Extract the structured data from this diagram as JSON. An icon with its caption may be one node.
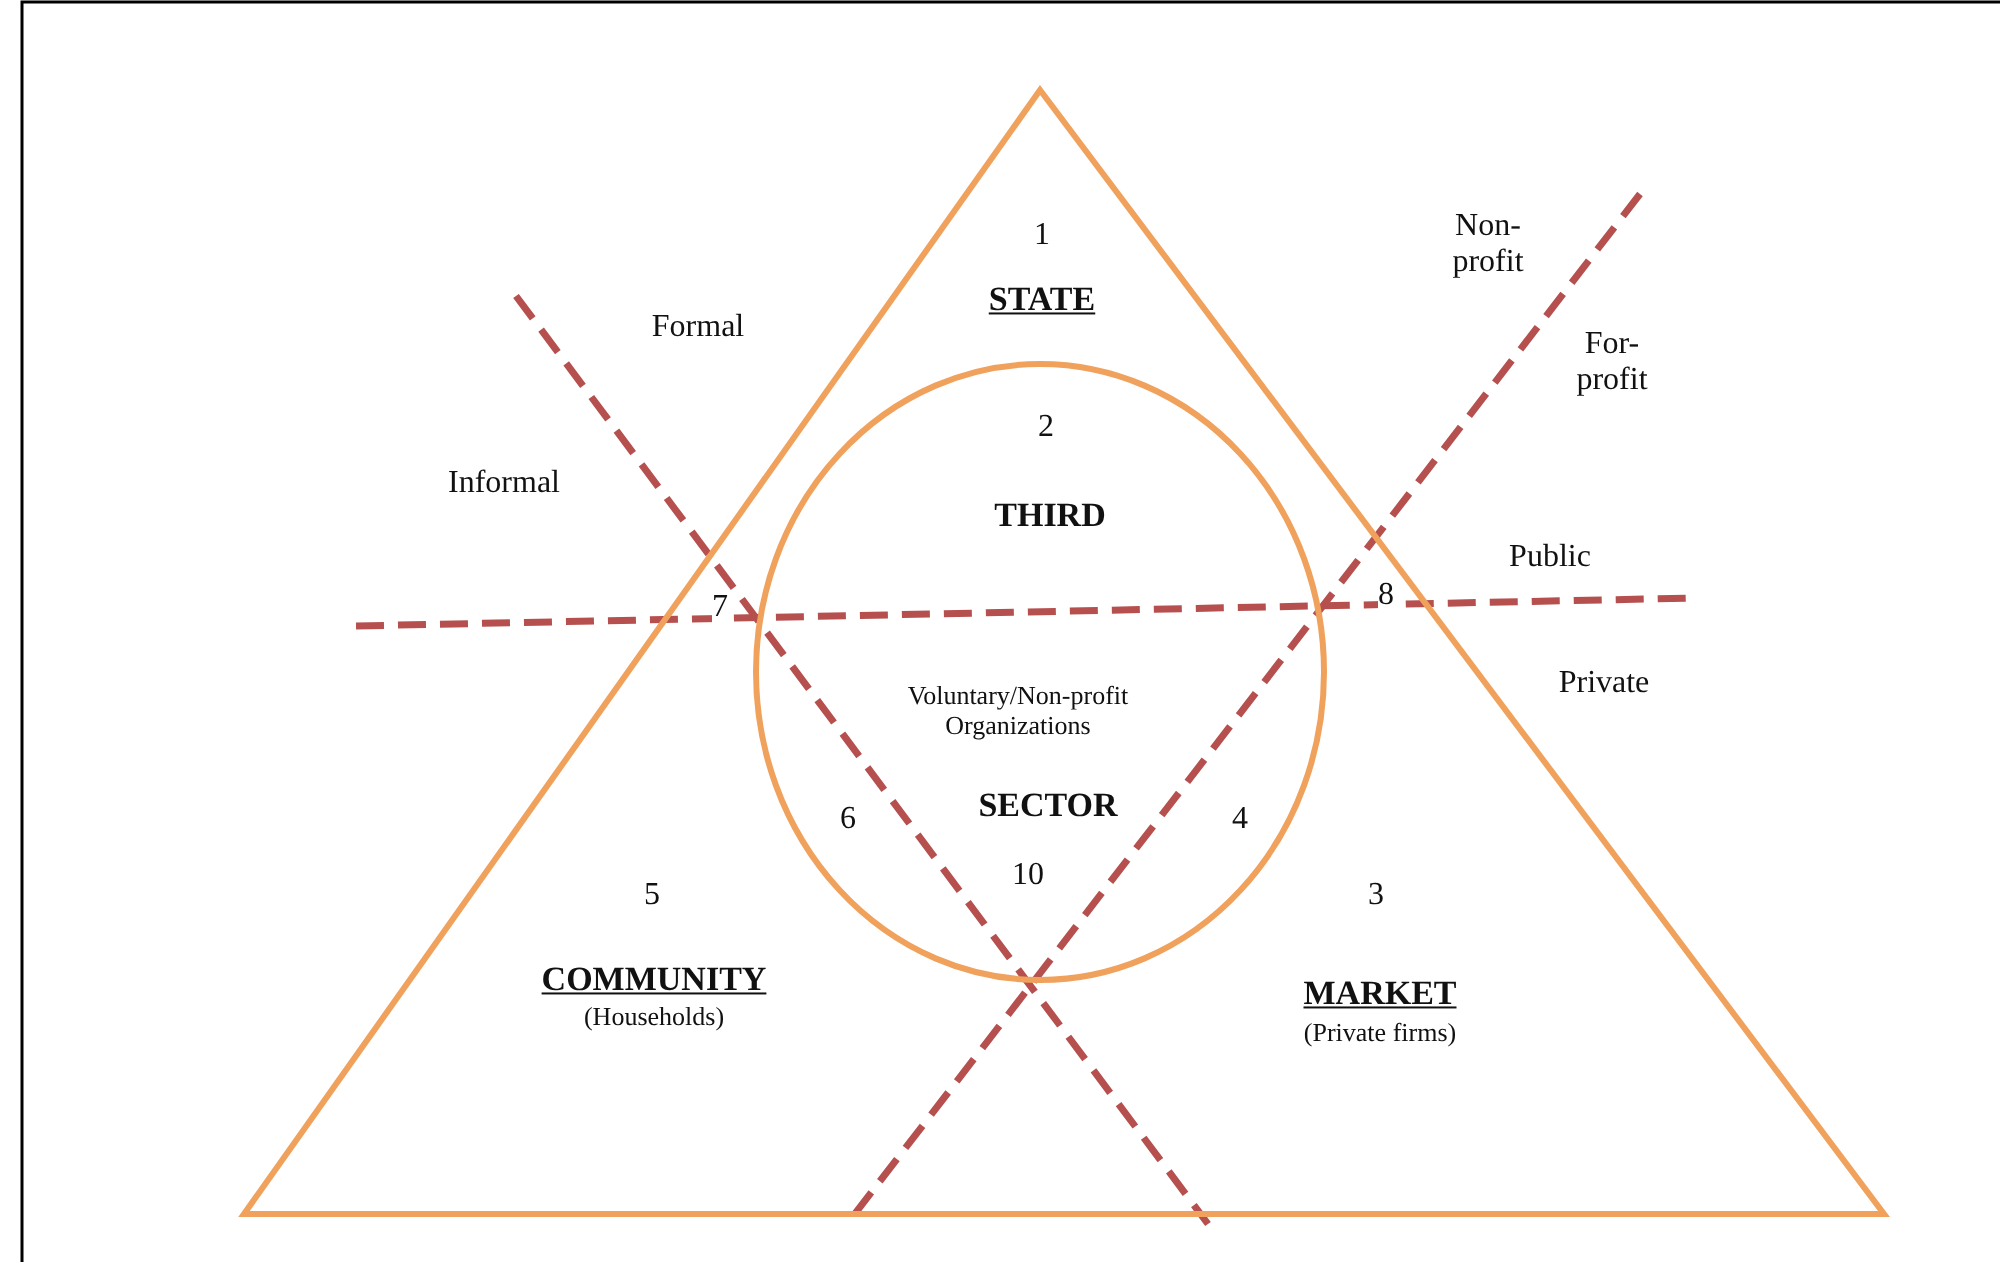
{
  "diagram": {
    "nodes": [
      {
        "text": [
          "1",
          "STATE",
          "5",
          "COMMUNITY",
          "(Households)",
          "3",
          "MARKET",
          "(Private firms)"
        ]
      },
      {
        "text": [
          "2",
          "THIRD",
          "Voluntary/Non-profit Organizations",
          "SECTOR",
          "6",
          "4",
          "10"
        ],
        "in": 0
      }
    ],
    "labels": [
      "Non-profit",
      "Formal",
      "For-profit",
      "Informal",
      "Public",
      "8",
      "7",
      "Private"
    ]
  }
}
